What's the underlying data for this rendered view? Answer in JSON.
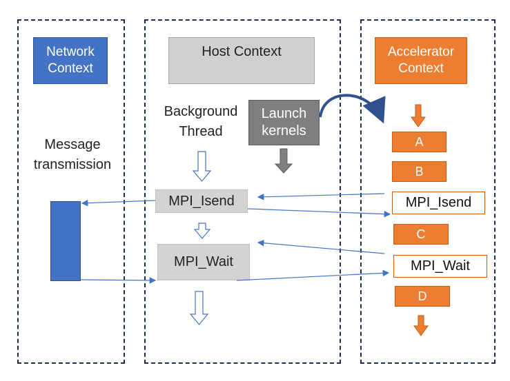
{
  "network": {
    "title_line1": "Network",
    "title_line2": "Context",
    "label_line1": "Message",
    "label_line2": "transmission"
  },
  "host": {
    "title": "Host Context",
    "bg_line1": "Background",
    "bg_line2": "Thread",
    "launch_line1": "Launch",
    "launch_line2": "kernels",
    "isend": "MPI_Isend",
    "wait": "MPI_Wait"
  },
  "accel": {
    "title_line1": "Accelerator",
    "title_line2": "Context",
    "a": "A",
    "b": "B",
    "isend": "MPI_Isend",
    "c": "C",
    "wait": "MPI_Wait",
    "d": "D"
  },
  "colors": {
    "blue": "#4472c4",
    "orange": "#ed7d31",
    "arrow_blue": "#4472c4",
    "dashed_border": "#1f2d4d"
  }
}
